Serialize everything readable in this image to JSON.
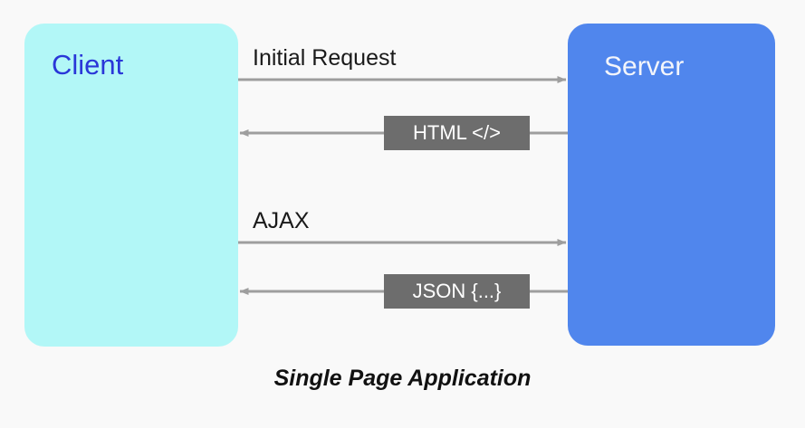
{
  "diagram": {
    "caption": "Single Page Application",
    "background_color": "#f9f9f9",
    "nodes": [
      {
        "id": "client",
        "label": "Client",
        "fill": "#b2f7f7",
        "text_color": "#2a37d8",
        "shape": "rounded-rectangle"
      },
      {
        "id": "server",
        "label": "Server",
        "fill": "#5086ed",
        "text_color": "#f3f5fb",
        "shape": "rounded-rectangle"
      }
    ],
    "edges": [
      {
        "id": "initial-request",
        "label": "Initial Request",
        "from": "client",
        "to": "server",
        "direction": "right",
        "stroke": "#9e9e9e",
        "label_style": "plain"
      },
      {
        "id": "html-response",
        "label": "HTML </>",
        "from": "server",
        "to": "client",
        "direction": "left",
        "stroke": "#9e9e9e",
        "label_style": "badge",
        "badge_fill": "#6d6d6d",
        "badge_text_color": "#ffffff"
      },
      {
        "id": "ajax-request",
        "label": "AJAX",
        "from": "client",
        "to": "server",
        "direction": "right",
        "stroke": "#9e9e9e",
        "label_style": "plain"
      },
      {
        "id": "json-response",
        "label": "JSON {...}",
        "from": "server",
        "to": "client",
        "direction": "left",
        "stroke": "#9e9e9e",
        "label_style": "badge",
        "badge_fill": "#6d6d6d",
        "badge_text_color": "#ffffff"
      }
    ]
  }
}
